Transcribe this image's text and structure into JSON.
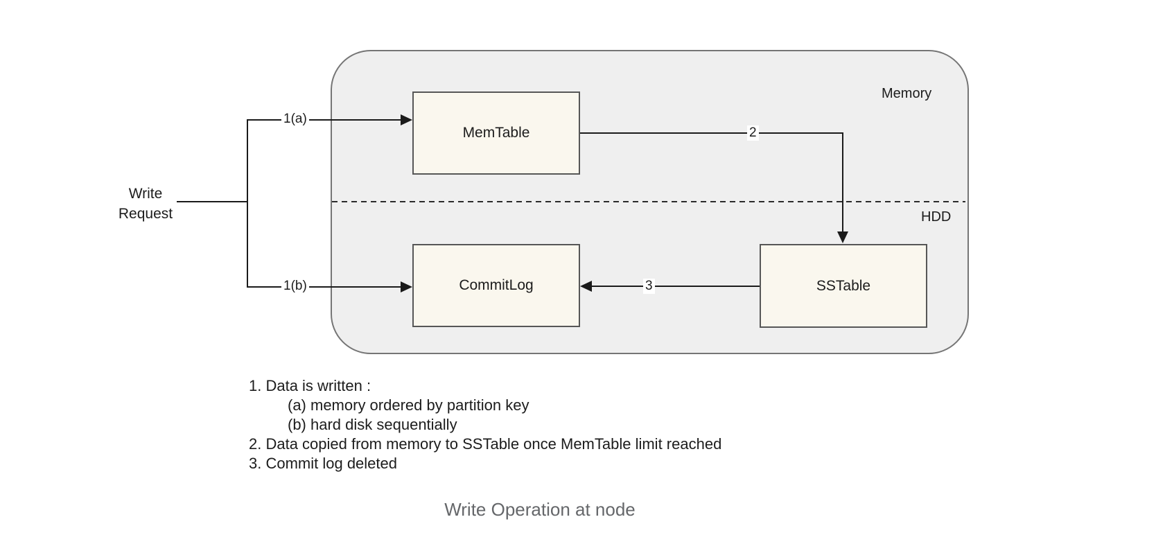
{
  "page": {
    "caption": "Write Operation at node",
    "background_color": "#ffffff"
  },
  "diagram": {
    "container": {
      "memory_label": "Memory",
      "hdd_label": "HDD",
      "fill_color": "#efefef",
      "border_color": "#757575"
    },
    "source": {
      "label_lines": [
        "Write",
        "Request"
      ]
    },
    "nodes": [
      {
        "id": "memtable",
        "label": "MemTable",
        "fill_color": "#faf7ee"
      },
      {
        "id": "commitlog",
        "label": "CommitLog",
        "fill_color": "#faf7ee"
      },
      {
        "id": "sstable",
        "label": "SSTable",
        "fill_color": "#faf7ee"
      }
    ],
    "edges": [
      {
        "id": "write-to-memtable",
        "label": "1(a)",
        "from": "write-request",
        "to": "memtable"
      },
      {
        "id": "write-to-commitlog",
        "label": "1(b)",
        "from": "write-request",
        "to": "commitlog"
      },
      {
        "id": "memtable-to-sstable",
        "label": "2",
        "from": "memtable",
        "to": "sstable"
      },
      {
        "id": "sstable-to-commitlog",
        "label": "3",
        "from": "sstable",
        "to": "commitlog"
      }
    ],
    "line_color": "#1a1a1a"
  },
  "notes": {
    "lines": [
      {
        "text": "1. Data is written :",
        "indent": false
      },
      {
        "text": "(a) memory ordered by partition key",
        "indent": true
      },
      {
        "text": "(b) hard disk sequentially",
        "indent": true
      },
      {
        "text": "2. Data copied from memory to SSTable once MemTable limit reached",
        "indent": false
      },
      {
        "text": "3. Commit log deleted",
        "indent": false
      }
    ]
  }
}
